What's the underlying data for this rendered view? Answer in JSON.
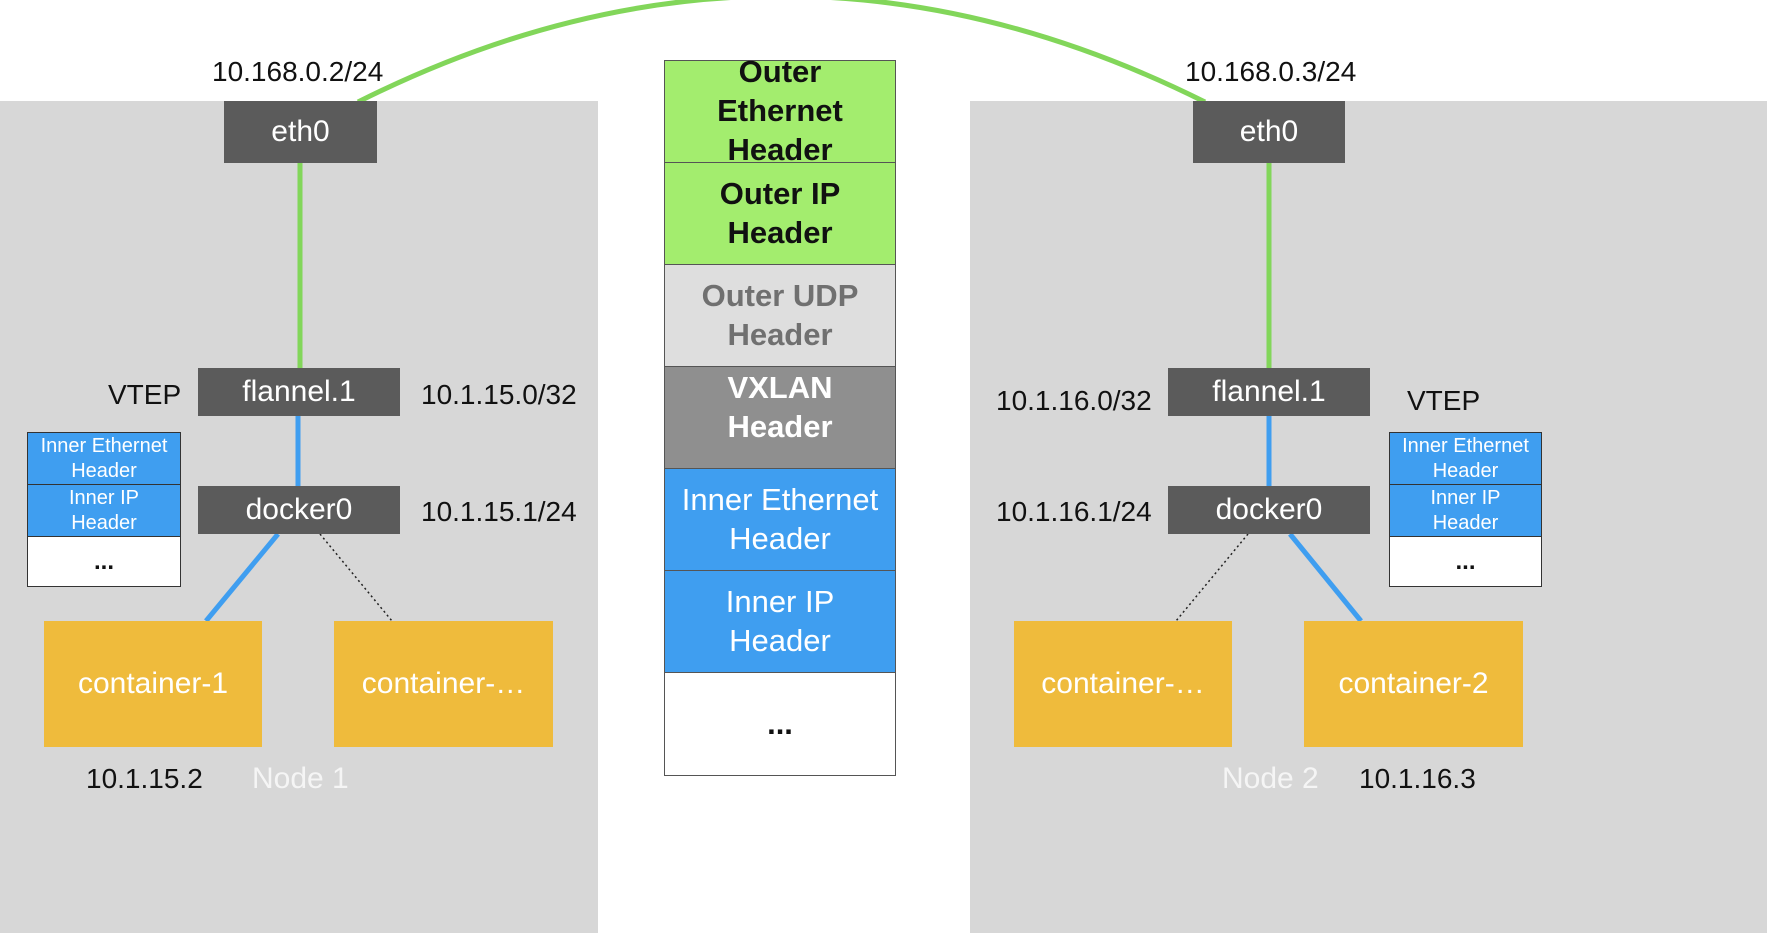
{
  "colors": {
    "green": "#82d65a",
    "blue": "#3f9ef0",
    "node_bg": "#d7d7d7",
    "dark": "#5b5b5b",
    "container": "#efbb3c"
  },
  "node1": {
    "ip": "10.168.0.2/24",
    "eth": "eth0",
    "vtep": "VTEP",
    "flannel": "flannel.1",
    "flannel_ip": "10.1.15.0/32",
    "docker": "docker0",
    "docker_ip": "10.1.15.1/24",
    "container_a": "container-1",
    "container_b": "container-…",
    "container_a_ip": "10.1.15.2",
    "label": "Node 1",
    "mini_packet": [
      "Inner Ethernet\nHeader",
      "Inner IP\nHeader",
      "..."
    ]
  },
  "node2": {
    "ip": "10.168.0.3/24",
    "eth": "eth0",
    "vtep": "VTEP",
    "flannel": "flannel.1",
    "flannel_ip": "10.1.16.0/32",
    "docker": "docker0",
    "docker_ip": "10.1.16.1/24",
    "container_a": "container-…",
    "container_b": "container-2",
    "container_b_ip": "10.1.16.3",
    "label": "Node 2",
    "mini_packet": [
      "Inner Ethernet\nHeader",
      "Inner IP\nHeader",
      "..."
    ]
  },
  "packet": [
    {
      "text": "Outer Ethernet\nHeader",
      "bg": "#a3ed6e",
      "color": "#111111",
      "bold": true
    },
    {
      "text": "Outer IP Header",
      "bg": "#a3ed6e",
      "color": "#111111",
      "bold": true
    },
    {
      "text": "Outer UDP\nHeader",
      "bg": "#dedede",
      "color": "#707070",
      "bold": true
    },
    {
      "text": "VXLAN\nHeader",
      "bg": "#8f8f8f",
      "color": "#ffffff",
      "bold": true
    },
    {
      "text": "Inner Ethernet\nHeader",
      "bg": "#3f9ef0",
      "color": "#ffffff",
      "bold": false
    },
    {
      "text": "Inner IP Header",
      "bg": "#3f9ef0",
      "color": "#ffffff",
      "bold": false
    },
    {
      "text": "...",
      "bg": "#ffffff",
      "color": "#111111",
      "bold": true
    }
  ]
}
